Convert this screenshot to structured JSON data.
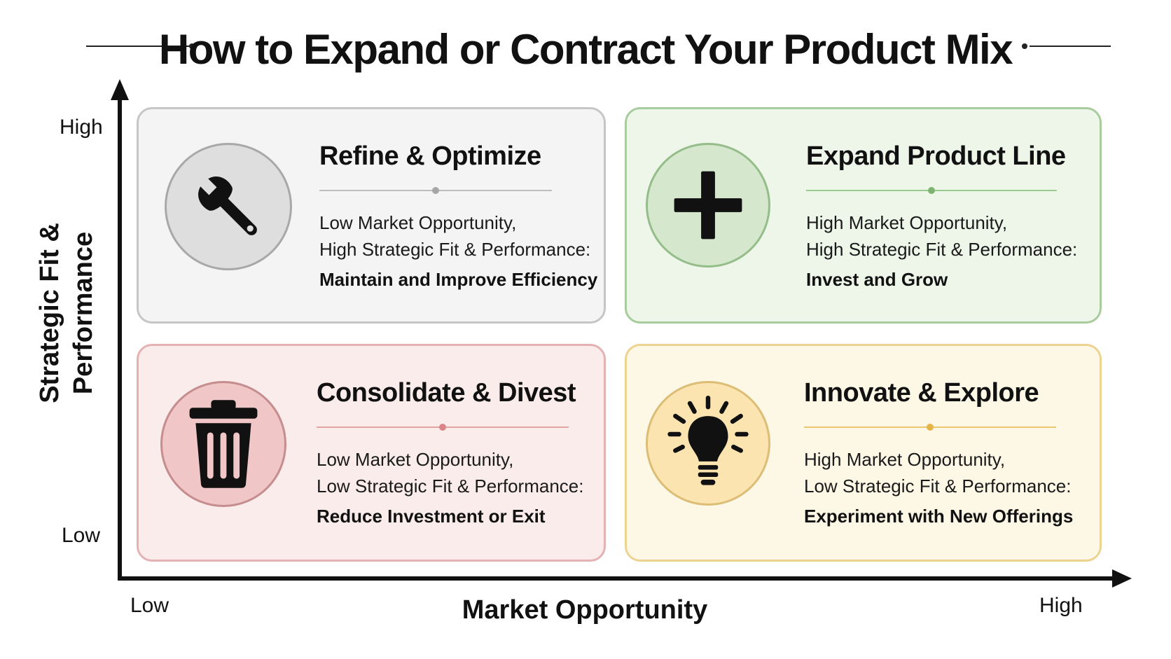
{
  "title": "How to Expand or Contract Your Product Mix",
  "axes": {
    "y_label": "Strategic Fit &\nPerformance",
    "x_label": "Market Opportunity",
    "y_high": "High",
    "y_low": "Low",
    "x_low": "Low",
    "x_high": "High"
  },
  "quadrants": {
    "top_left": {
      "title": "Refine & Optimize",
      "line1": "Low Market Opportunity,",
      "line2": "High Strategic Fit & Performance:",
      "action": "Maintain and Improve Efficiency",
      "icon": "wrench-icon",
      "color": "#f4f4f4"
    },
    "top_right": {
      "title": "Expand Product Line",
      "line1": "High Market Opportunity,",
      "line2": "High Strategic Fit & Performance:",
      "action": "Invest and Grow",
      "icon": "plus-icon",
      "color": "#eef6ea"
    },
    "bottom_left": {
      "title": "Consolidate & Divest",
      "line1": "Low Market Opportunity,",
      "line2": "Low Strategic Fit & Performance:",
      "action": "Reduce Investment or Exit",
      "icon": "trash-icon",
      "color": "#fbecec"
    },
    "bottom_right": {
      "title": "Innovate & Explore",
      "line1": "High Market Opportunity,",
      "line2": "Low Strategic Fit & Performance:",
      "action": "Experiment with New Offerings",
      "icon": "lightbulb-icon",
      "color": "#fdf7e6"
    }
  }
}
